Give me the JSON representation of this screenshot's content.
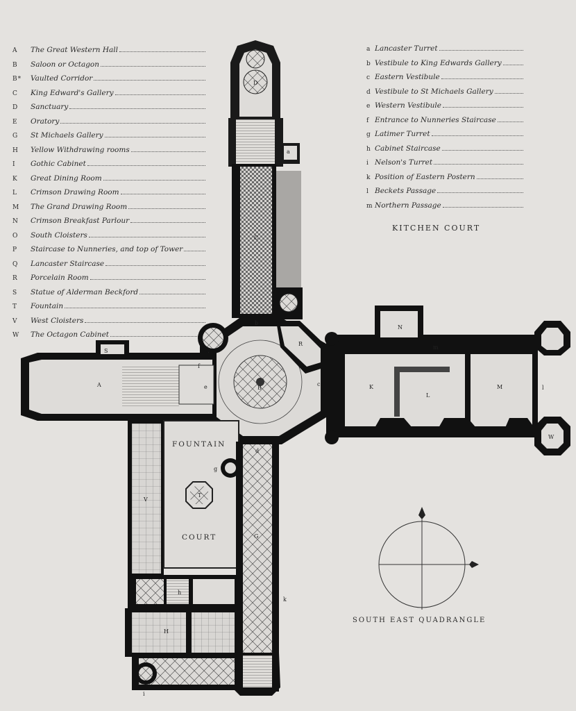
{
  "legend_left": [
    {
      "key": "A",
      "label": "The Great Western Hall"
    },
    {
      "key": "B",
      "label": "Saloon or Octagon"
    },
    {
      "key": "B*",
      "label": "Vaulted Corridor"
    },
    {
      "key": "C",
      "label": "King Edward's Gallery"
    },
    {
      "key": "D",
      "label": "Sanctuary"
    },
    {
      "key": "E",
      "label": "Oratory"
    },
    {
      "key": "G",
      "label": "St Michaels Gallery"
    },
    {
      "key": "H",
      "label": "Yellow Withdrawing rooms"
    },
    {
      "key": "I",
      "label": "Gothic Cabinet"
    },
    {
      "key": "K",
      "label": "Great Dining Room"
    },
    {
      "key": "L",
      "label": "Crimson Drawing Room"
    },
    {
      "key": "M",
      "label": "The Grand Drawing Room"
    },
    {
      "key": "N",
      "label": "Crimson Breakfast Parlour"
    },
    {
      "key": "O",
      "label": "South Cloisters"
    },
    {
      "key": "P",
      "label": "Staircase to Nunneries, and top of Tower"
    },
    {
      "key": "Q",
      "label": "Lancaster Staircase"
    },
    {
      "key": "R",
      "label": "Porcelain Room"
    },
    {
      "key": "S",
      "label": "Statue of Alderman Beckford"
    },
    {
      "key": "T",
      "label": "Fountain"
    },
    {
      "key": "V",
      "label": "West Cloisters"
    },
    {
      "key": "W",
      "label": "The Octagon Cabinet"
    }
  ],
  "legend_right": [
    {
      "key": "a",
      "label": "Lancaster Turret"
    },
    {
      "key": "b",
      "label": "Vestibule to King Edwards Gallery"
    },
    {
      "key": "c",
      "label": "Eastern Vestibule"
    },
    {
      "key": "d",
      "label": "Vestibule to St Michaels Gallery"
    },
    {
      "key": "e",
      "label": "Western Vestibule"
    },
    {
      "key": "f",
      "label": "Entrance to Nunneries Staircase"
    },
    {
      "key": "g",
      "label": "Latimer Turret"
    },
    {
      "key": "h",
      "label": "Cabinet Staircase"
    },
    {
      "key": "i",
      "label": "Nelson's Turret"
    },
    {
      "key": "k",
      "label": "Position of Eastern Postern"
    },
    {
      "key": "l",
      "label": "Beckets Passage"
    },
    {
      "key": "m",
      "label": "Northern Passage"
    }
  ],
  "captions": {
    "kitchen_court": "KITCHEN COURT",
    "fountain": "FOUNTAIN",
    "court": "COURT",
    "south_east": "SOUTH EAST QUADRANGLE"
  },
  "plan_labels": {
    "A": "A",
    "B": "B",
    "C": "C",
    "D": "D",
    "G": "G",
    "K": "K",
    "L": "L",
    "M": "M",
    "N": "N",
    "R": "R",
    "S": "S",
    "T": "T",
    "V": "V",
    "W": "W",
    "H": "H",
    "a": "a",
    "b": "b",
    "c": "c",
    "d": "d",
    "e": "e",
    "f": "f",
    "g": "g",
    "h": "h",
    "i": "i",
    "k": "k",
    "l": "l",
    "m": "m"
  },
  "colors": {
    "paper": "#e4e2df",
    "ink": "#111111",
    "wash": "#c8c6c3"
  }
}
